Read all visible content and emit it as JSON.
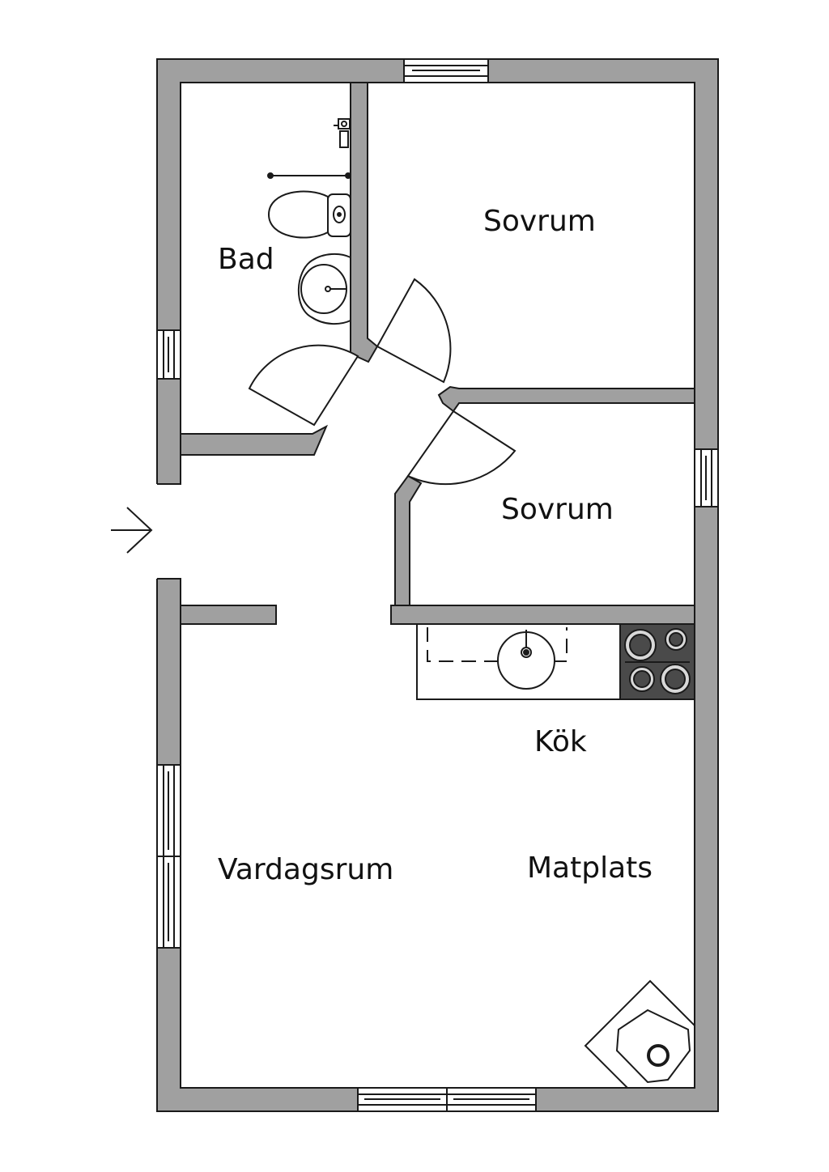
{
  "floorplan": {
    "rooms": {
      "bad": "Bad",
      "sovrum_1": "Sovrum",
      "sovrum_2": "Sovrum",
      "kok": "Kök",
      "vardagsrum": "Vardagsrum",
      "matplats": "Matplats"
    },
    "colors": {
      "wall": "#a0a0a0",
      "wall_outline": "#1a1a1a",
      "floor": "#ffffff",
      "stove": "#4a4a4a"
    },
    "icons": {
      "entrance": "arrow-right-icon",
      "toilet": "toilet-icon",
      "washbasin": "washbasin-icon",
      "sink": "kitchen-sink-icon",
      "stove": "stove-icon",
      "fireplace": "fireplace-icon"
    }
  }
}
